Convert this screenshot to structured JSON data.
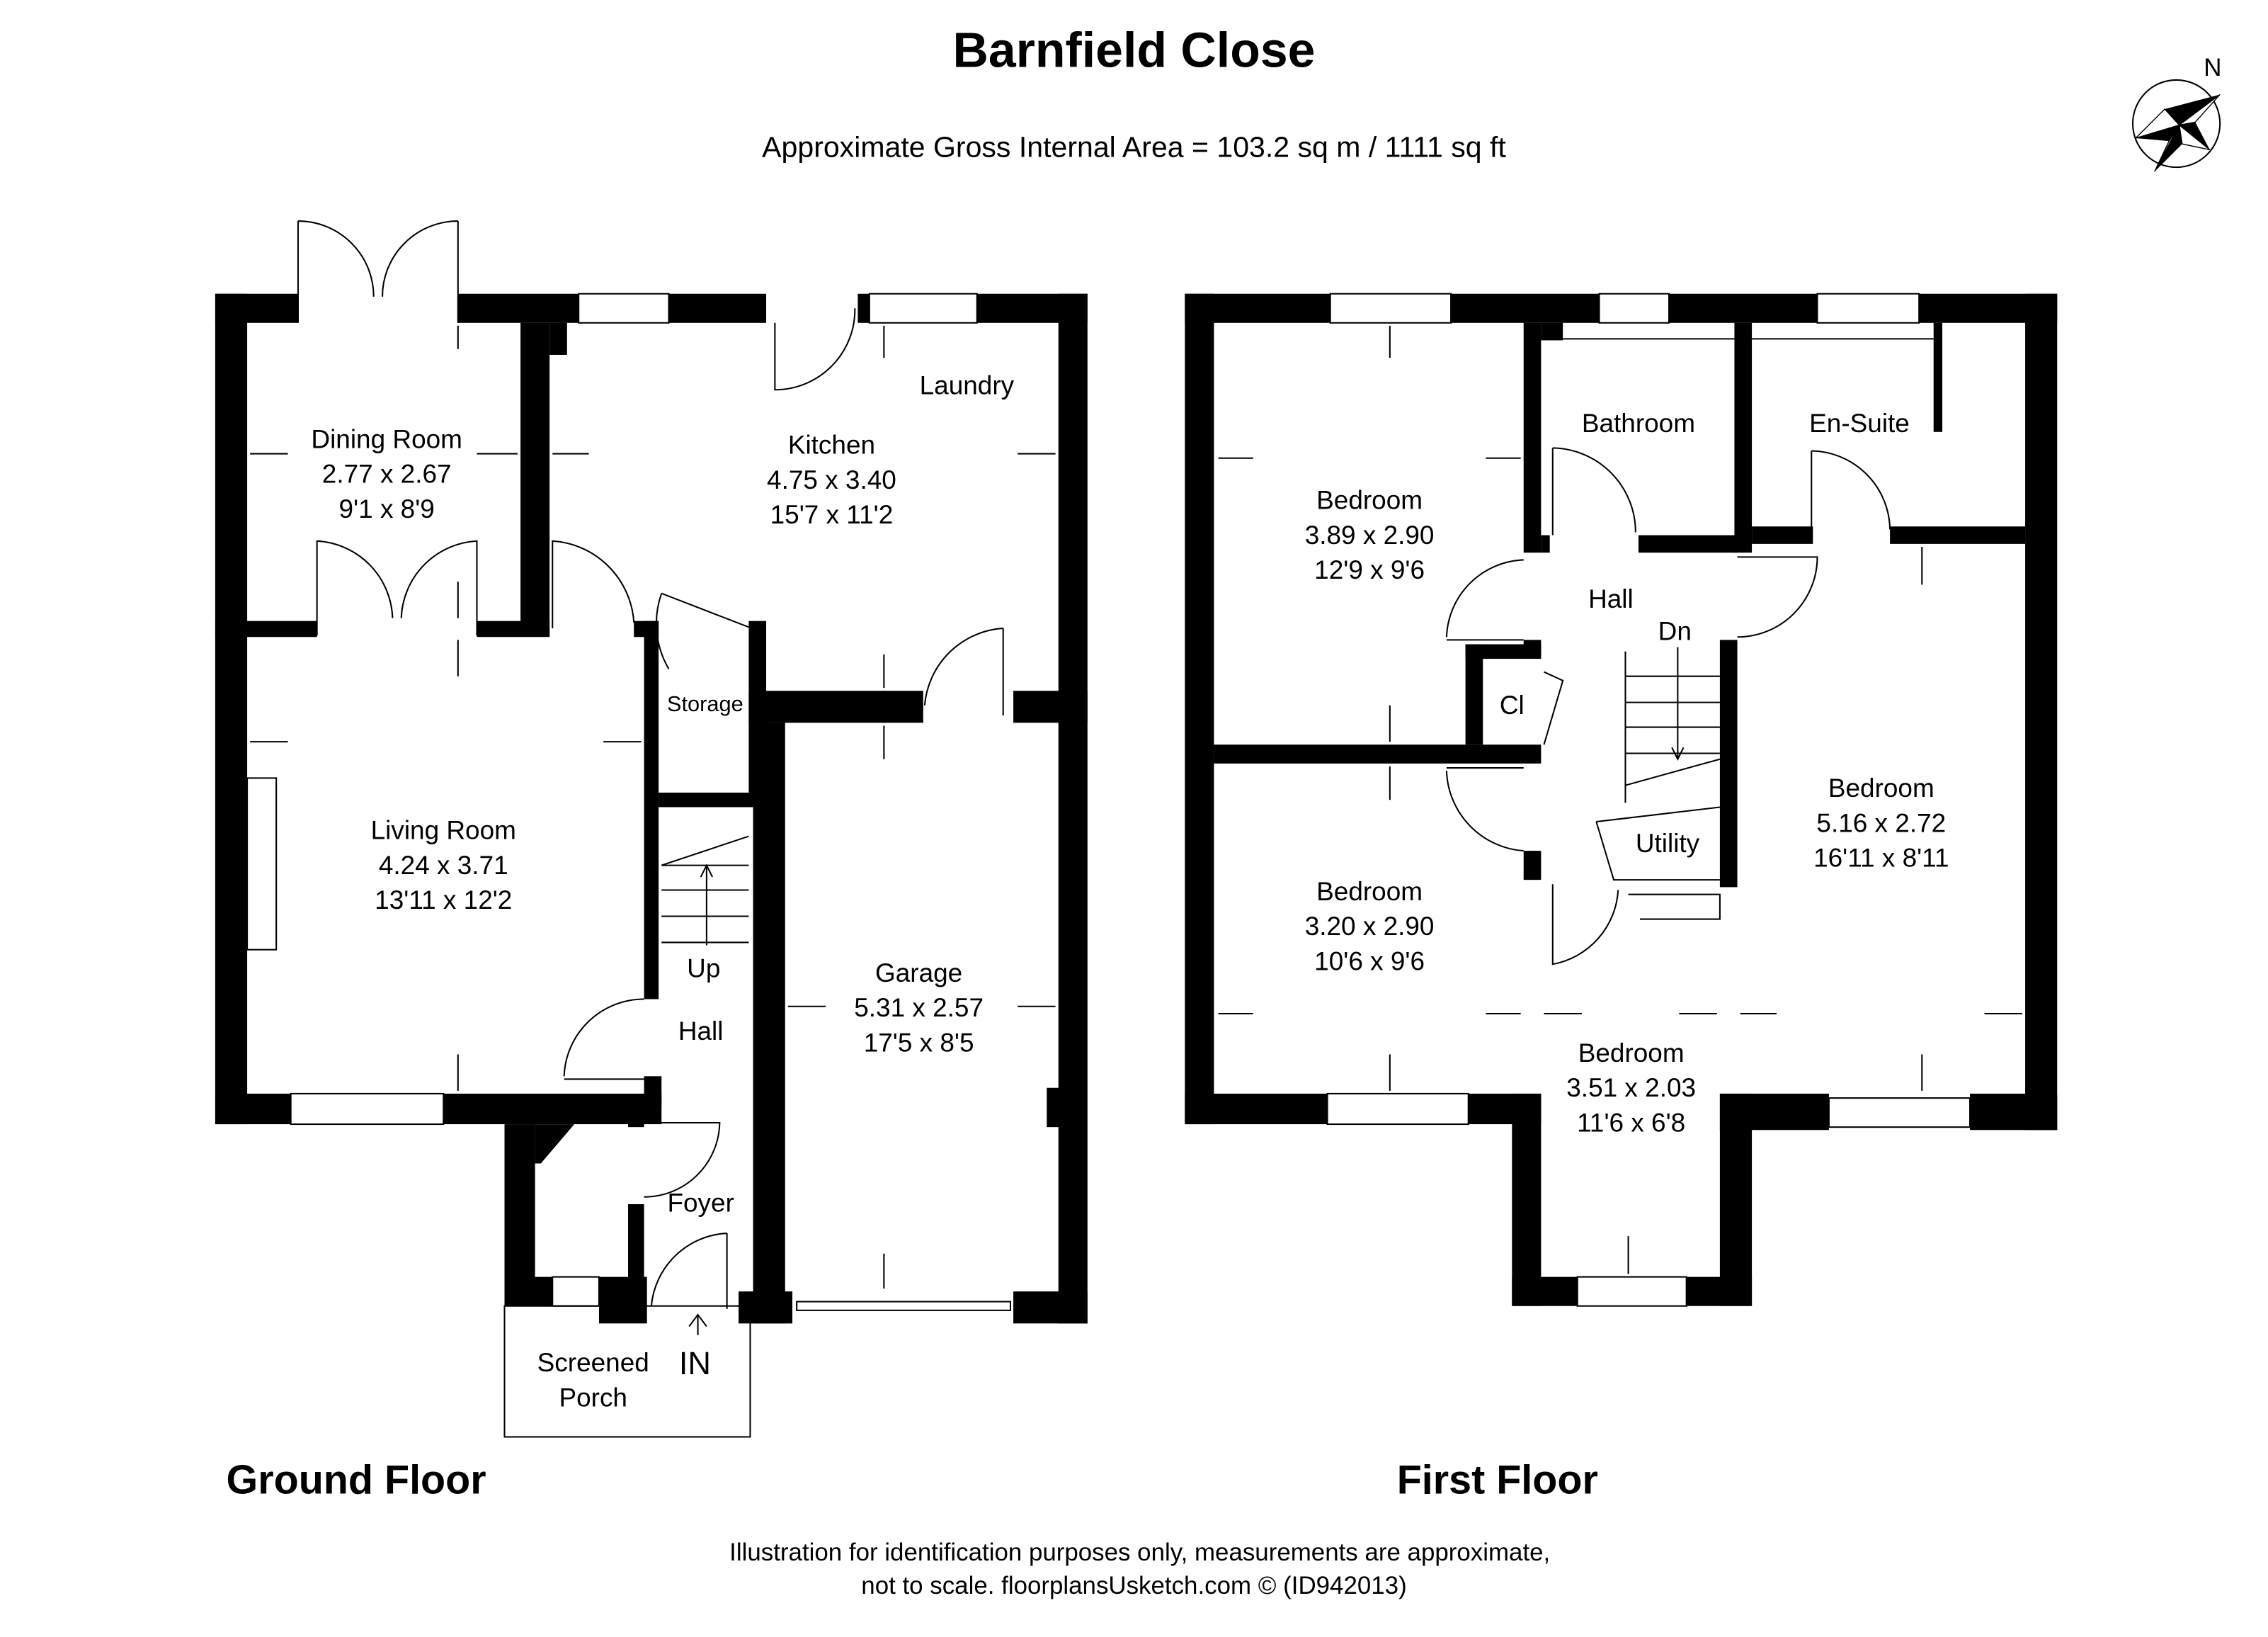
{
  "title": "Barnfield Close",
  "subtitle": "Approximate Gross Internal Area = 103.2 sq m / 1111 sq ft",
  "compass": {
    "label": "N",
    "icon": "compass-rose-icon"
  },
  "ground_floor": {
    "label": "Ground Floor",
    "rooms": {
      "dining": {
        "name": "Dining Room",
        "metric": "2.77 x 2.67",
        "imperial": "9'1 x 8'9"
      },
      "kitchen": {
        "name": "Kitchen",
        "metric": "4.75 x 3.40",
        "imperial": "15'7 x 11'2"
      },
      "laundry": {
        "name": "Laundry"
      },
      "storage": {
        "name": "Storage"
      },
      "living": {
        "name": "Living Room",
        "metric": "4.24 x 3.71",
        "imperial": "13'11 x 12'2"
      },
      "garage": {
        "name": "Garage",
        "metric": "5.31 x 2.57",
        "imperial": "17'5 x 8'5"
      },
      "hall": {
        "name": "Hall"
      },
      "up": {
        "name": "Up"
      },
      "foyer": {
        "name": "Foyer"
      },
      "porch": {
        "name_line1": "Screened",
        "name_line2": "Porch"
      },
      "entry": {
        "name": "IN"
      }
    }
  },
  "first_floor": {
    "label": "First Floor",
    "rooms": {
      "bedroom1": {
        "name": "Bedroom",
        "metric": "3.89 x 2.90",
        "imperial": "12'9 x 9'6"
      },
      "bathroom": {
        "name": "Bathroom"
      },
      "ensuite": {
        "name": "En-Suite"
      },
      "hall": {
        "name": "Hall"
      },
      "dn": {
        "name": "Dn"
      },
      "cl": {
        "name": "Cl"
      },
      "utility": {
        "name": "Utility"
      },
      "bedroom2": {
        "name": "Bedroom",
        "metric": "3.20 x 2.90",
        "imperial": "10'6 x 9'6"
      },
      "bedroom3": {
        "name": "Bedroom",
        "metric": "3.51 x 2.03",
        "imperial": "11'6 x 6'8"
      },
      "bedroom4": {
        "name": "Bedroom",
        "metric": "5.16 x 2.72",
        "imperial": "16'11 x 8'11"
      }
    }
  },
  "footer": {
    "line1": "Illustration for identification purposes only, measurements are approximate,",
    "line2": "not to scale. floorplansUsketch.com © (ID942013)"
  }
}
